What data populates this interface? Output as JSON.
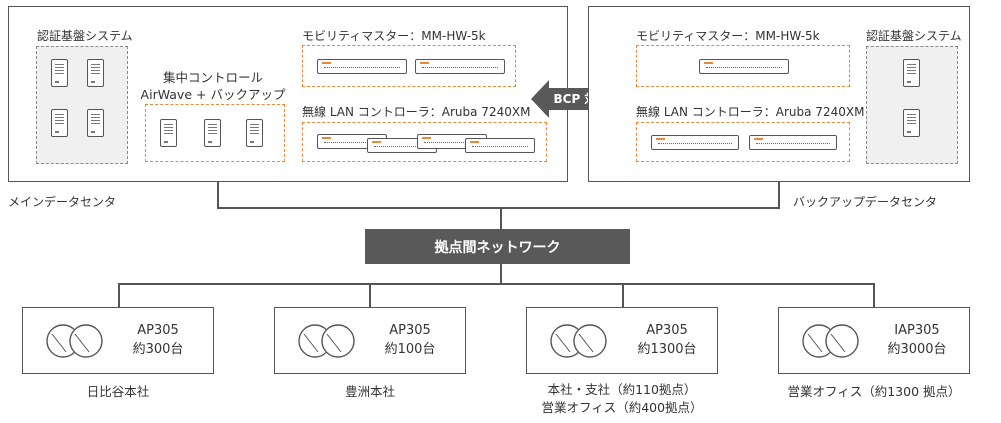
{
  "main_dc": {
    "label": "メインデータセンタ",
    "auth_label": "認証基盤システム",
    "central_label_1": "集中コントロール",
    "central_label_2": "AirWave + バックアップ",
    "mobility_label": "モビリティマスター：MM-HW-5k",
    "wlan_label": "無線 LAN コントローラ：Aruba 7240XM"
  },
  "backup_dc": {
    "label": "バックアップデータセンタ",
    "auth_label": "認証基盤システム",
    "mobility_label": "モビリティマスター：MM-HW-5k",
    "wlan_label": "無線 LAN コントローラ：Aruba 7240XM"
  },
  "bcp_label": "BCP 対策",
  "network_label": "拠点間ネットワーク",
  "sites": [
    {
      "model": "AP305",
      "count": "約300台",
      "name_1": "日比谷本社",
      "name_2": ""
    },
    {
      "model": "AP305",
      "count": "約100台",
      "name_1": "豊洲本社",
      "name_2": ""
    },
    {
      "model": "AP305",
      "count": "約1300台",
      "name_1": "本社・支社（約110拠点）",
      "name_2": "営業オフィス（約400拠点）"
    },
    {
      "model": "IAP305",
      "count": "約3000台",
      "name_1": "営業オフィス（約1300 拠点）",
      "name_2": ""
    }
  ],
  "colors": {
    "accent": "#e8893a",
    "dark": "#595959",
    "line": "#555555"
  }
}
